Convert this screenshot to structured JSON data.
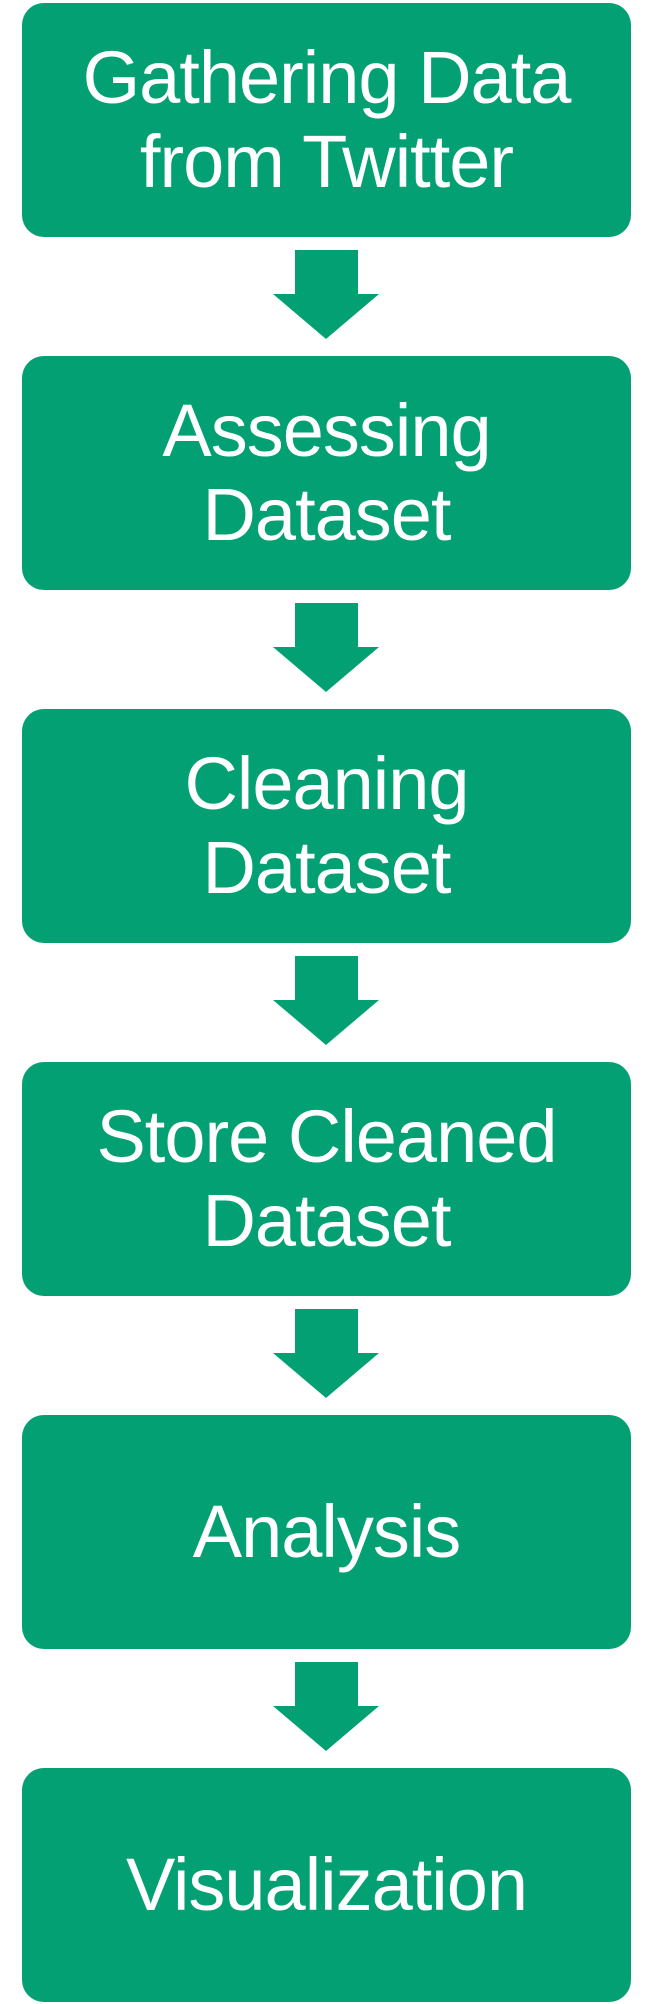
{
  "color_accent": "#02A073",
  "steps": [
    {
      "label": "Gathering Data\nfrom Twitter"
    },
    {
      "label": "Assessing\nDataset"
    },
    {
      "label": "Cleaning\nDataset"
    },
    {
      "label": "Store Cleaned\nDataset"
    },
    {
      "label": "Analysis"
    },
    {
      "label": "Visualization"
    }
  ]
}
